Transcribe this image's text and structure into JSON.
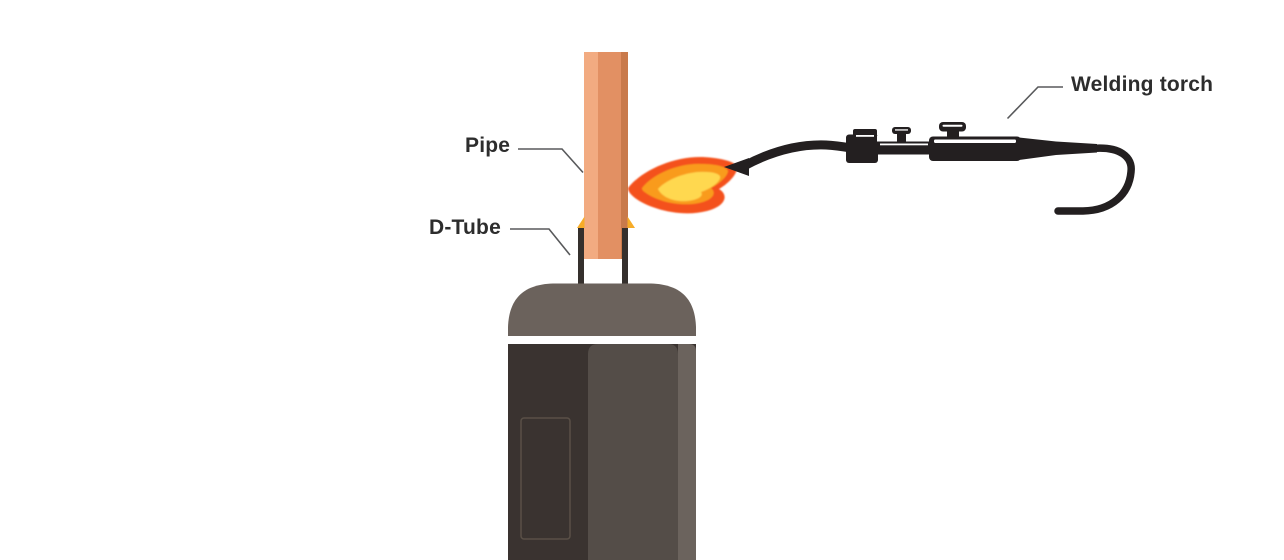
{
  "diagram": {
    "name": "pipe-welding-diagram",
    "description": "Welding torch flame brazing a copper pipe onto a compressor D-Tube"
  },
  "labels": {
    "pipe": "Pipe",
    "d_tube": "D-Tube",
    "welding_torch": "Welding torch"
  },
  "colors": {
    "background": "#FFFFFF",
    "label_text": "#2D2D2D",
    "leader": "#58595B",
    "pipe_light": "#F2AB81",
    "pipe_mid": "#E29063",
    "pipe_dark": "#C97A4B",
    "solder": "#F7AC28",
    "post": "#35302D",
    "dome": "#6B625C",
    "body_dark": "#3A3330",
    "body_mid": "#544D48",
    "body_light": "#6B635D",
    "panel_outline": "#5A5047",
    "flame_outer": "#F4511E",
    "flame_mid": "#F99B1C",
    "flame_inner": "#FFD84F",
    "torch_black": "#231F20",
    "highlight_white": "#FFFFFF"
  }
}
